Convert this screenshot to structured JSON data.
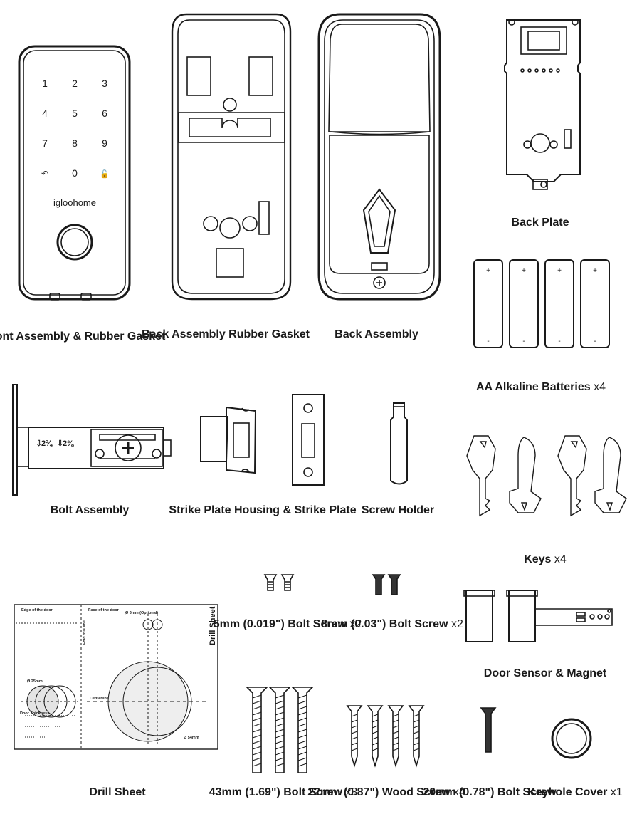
{
  "keypad": {
    "keys": [
      "1",
      "2",
      "3",
      "4",
      "5",
      "6",
      "7",
      "8",
      "9",
      "↶",
      "0",
      "🔓"
    ],
    "brand": "igloohome"
  },
  "items": {
    "front_assembly": {
      "line1": "Front Assembly",
      "line2": "& Rubber Gasket"
    },
    "back_gasket": {
      "line1": "Back Assembly",
      "line2": "Rubber Gasket"
    },
    "back_assembly": {
      "line1": "Back Assembly"
    },
    "back_plate": {
      "line1": "Back Plate"
    },
    "batteries": {
      "name": "AA Alkaline Batteries",
      "qty": "x4"
    },
    "bolt_assembly": {
      "line1": "Bolt Assembly"
    },
    "strike_plate": {
      "line1": "Strike Plate Housing &",
      "line2": "Strike Plate"
    },
    "screw_holder": {
      "line1": "Screw Holder"
    },
    "keys": {
      "name": "Keys",
      "qty": "x4"
    },
    "bolt_screw_5mm": {
      "line1": "5mm (0.019\")",
      "name": "Bolt Screw",
      "qty": "x2"
    },
    "bolt_screw_8mm": {
      "line1": "8mm (0.03\")",
      "name": "Bolt Screw",
      "qty": "x2"
    },
    "door_sensor": {
      "line1": "Door Sensor & Magnet"
    },
    "drill_sheet": {
      "line1": "Drill Sheet"
    },
    "bolt_screw_43mm": {
      "line1": "43mm (1.69\")",
      "name": "Bolt Screw",
      "qty": "x3"
    },
    "wood_screw_22mm": {
      "line1": "22mm (0.87\")",
      "name": "Wood Screw",
      "qty": "x4"
    },
    "bolt_screw_20mm": {
      "line1": "20mm (0.78\")",
      "name": "Bolt Screw"
    },
    "keyhole_cover": {
      "line1": "Keyhole",
      "name": "Cover",
      "qty": "x1"
    }
  },
  "bolt_labels": [
    "2¾",
    "2⅜"
  ],
  "drill": {
    "edge_title": "Edge of the door",
    "face_title": "Face of the door",
    "fold": "Fold this line",
    "sheet_title": "Drill Sheet",
    "centerline": "Centerline",
    "door_thickness": "Door Thickness",
    "dia_25": "Ø 25mm",
    "dia_54": "Ø 54mm",
    "dia_6": "Ø 6mm (Optional)"
  }
}
